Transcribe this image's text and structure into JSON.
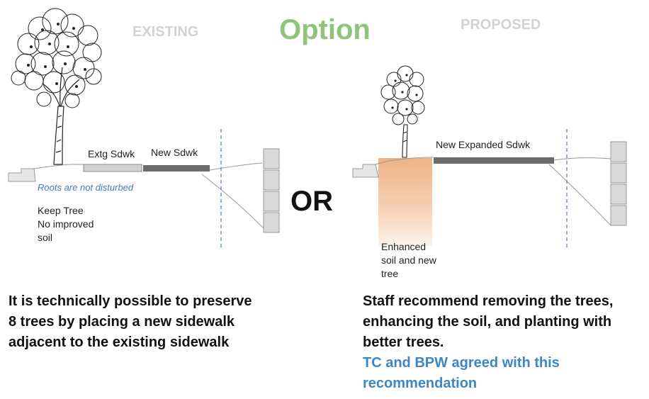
{
  "header": {
    "existing": "EXISTING",
    "title": "Option",
    "proposed": "PROPOSED",
    "or": "OR"
  },
  "left": {
    "extg_sdwk": "Extg Sdwk",
    "new_sdwk": "New Sdwk",
    "roots_note": "Roots are not disturbed",
    "keep_lines": [
      "Keep Tree",
      "No improved",
      "soil"
    ],
    "caption_lines": [
      "It is technically possible to preserve",
      "8 trees by placing a new sidewalk",
      "adjacent to the existing sidewalk"
    ]
  },
  "right": {
    "expanded_sdwk": "New Expanded Sdwk",
    "soil_lines": [
      "Enhanced",
      "soil and new",
      "tree"
    ],
    "caption_lines": [
      "Staff recommend removing the trees,",
      "enhancing the soil, and planting with",
      "better trees."
    ],
    "agreement_lines": [
      "TC and BPW agreed with this",
      "recommendation"
    ]
  },
  "colors": {
    "title_green": "#8fc47a",
    "header_gray": "#d2d2d2",
    "agreement_blue": "#3d86c6",
    "note_blue": "#3f7fb8",
    "soil_orange": "#f3c39a"
  }
}
